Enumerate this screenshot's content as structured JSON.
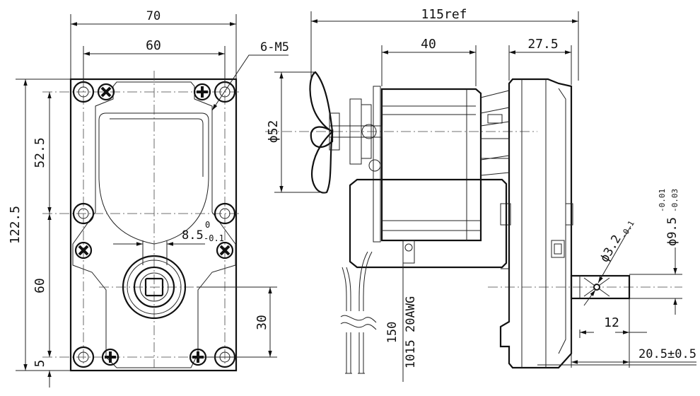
{
  "dimensions": {
    "front_width": "70",
    "front_hole_spacing": "60",
    "screw_spec": "6-M5",
    "height_total": "122.5",
    "hole_upper": "52.5",
    "hole_lower": "60",
    "bottom_offset": "5",
    "shaft_offset": "30",
    "hub_base": "8.5",
    "hub_tol_upper": "0",
    "hub_tol_lower": "-0.1",
    "overall_length": "115ref",
    "stator_length": "40",
    "gear_thickness": "27.5",
    "fan_diameter": "ϕ52",
    "shaft_diameter_base": "ϕ9.5",
    "shaft_tol_upper": "-0.01",
    "shaft_tol_lower": "-0.03",
    "cross_pin_base": "ϕ3.2",
    "cross_pin_tol": "-0.1",
    "wire_length": "150",
    "wire_spec": "1015 20AWG",
    "shaft_protrusion": "12",
    "shaft_length": "20.5±0.5"
  }
}
